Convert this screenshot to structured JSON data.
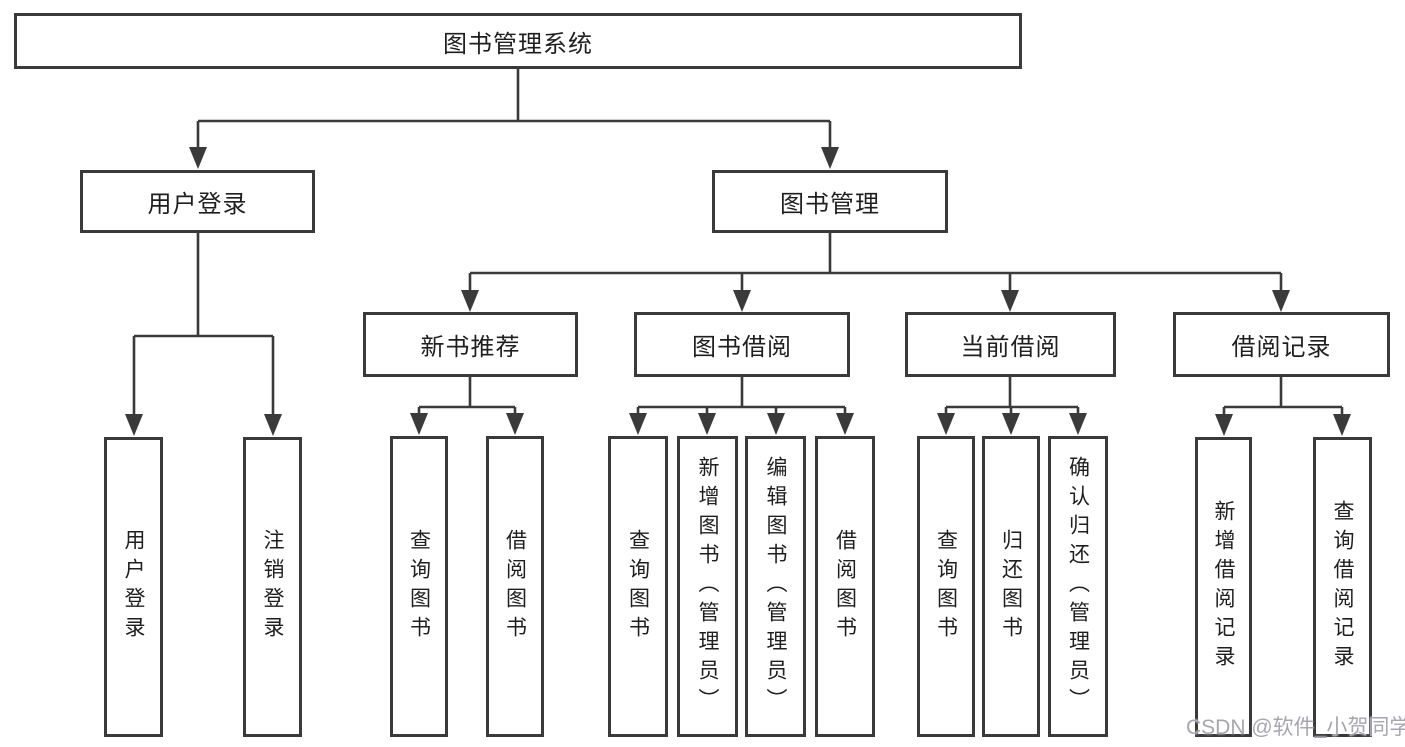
{
  "diagram": {
    "root": {
      "label": "图书管理系统"
    },
    "branches": [
      {
        "label": "用户登录",
        "children": [
          {
            "label": "用户登录"
          },
          {
            "label": "注销登录"
          }
        ]
      },
      {
        "label": "图书管理",
        "children": [
          {
            "label": "新书推荐",
            "children": [
              {
                "label": "查询图书"
              },
              {
                "label": "借阅图书"
              }
            ]
          },
          {
            "label": "图书借阅",
            "children": [
              {
                "label": "查询图书"
              },
              {
                "label": "新增图书（管理员）"
              },
              {
                "label": "编辑图书（管理员）"
              },
              {
                "label": "借阅图书"
              }
            ]
          },
          {
            "label": "当前借阅",
            "children": [
              {
                "label": "查询图书"
              },
              {
                "label": "归还图书"
              },
              {
                "label": "确认归还（管理员）"
              }
            ]
          },
          {
            "label": "借阅记录",
            "children": [
              {
                "label": "新增借阅记录"
              },
              {
                "label": "查询借阅记录"
              }
            ]
          }
        ]
      }
    ]
  },
  "watermark": {
    "text": "CSDN @软件_小贺同学"
  },
  "colors": {
    "line": "#3a3a3a",
    "box_border": "#3a3a3a",
    "text": "#1f1f1f",
    "watermark": "#a6a6b0",
    "background": "#ffffff"
  }
}
